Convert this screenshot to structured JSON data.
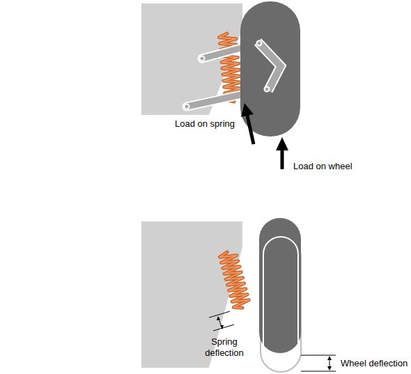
{
  "diagram": {
    "labels": [
      "Load on spring",
      "Load on wheel",
      "Spring deflection",
      "Wheel deflection"
    ]
  }
}
